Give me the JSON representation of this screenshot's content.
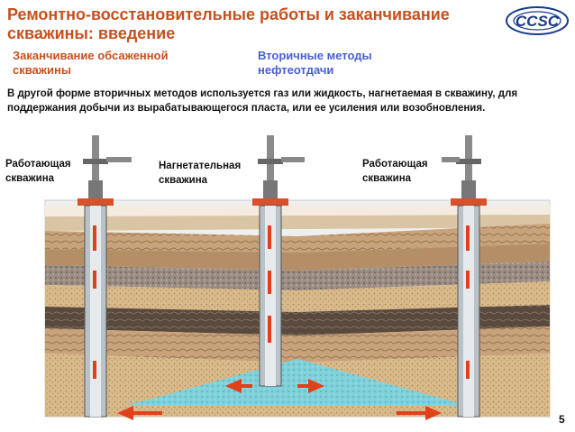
{
  "slide": {
    "title": "Ремонтно-восстановительные работы и заканчивание скважины: введение",
    "logo_text": "CCSC",
    "subtitle_left": "Заканчивание обсаженной скважины",
    "subtitle_right": "Вторичные методы нефтеотдачи",
    "description": "В другой форме вторичных методов используется газ или жидкость, нагнетаемая в скважину, для поддержания добычи из вырабатывающегося пласта, или ее усиления или возобновления.",
    "page_number": "5"
  },
  "wells": [
    {
      "label": "Работающая скважина"
    },
    {
      "label": "Нагнетательная скважина"
    },
    {
      "label": "Работающая скважина"
    }
  ],
  "colors": {
    "title": "#c8501e",
    "subtitle_right": "#4a5fd0",
    "arrow": "#e0401a",
    "water": "#7fd0d8",
    "sky": "#f2f2f2"
  }
}
